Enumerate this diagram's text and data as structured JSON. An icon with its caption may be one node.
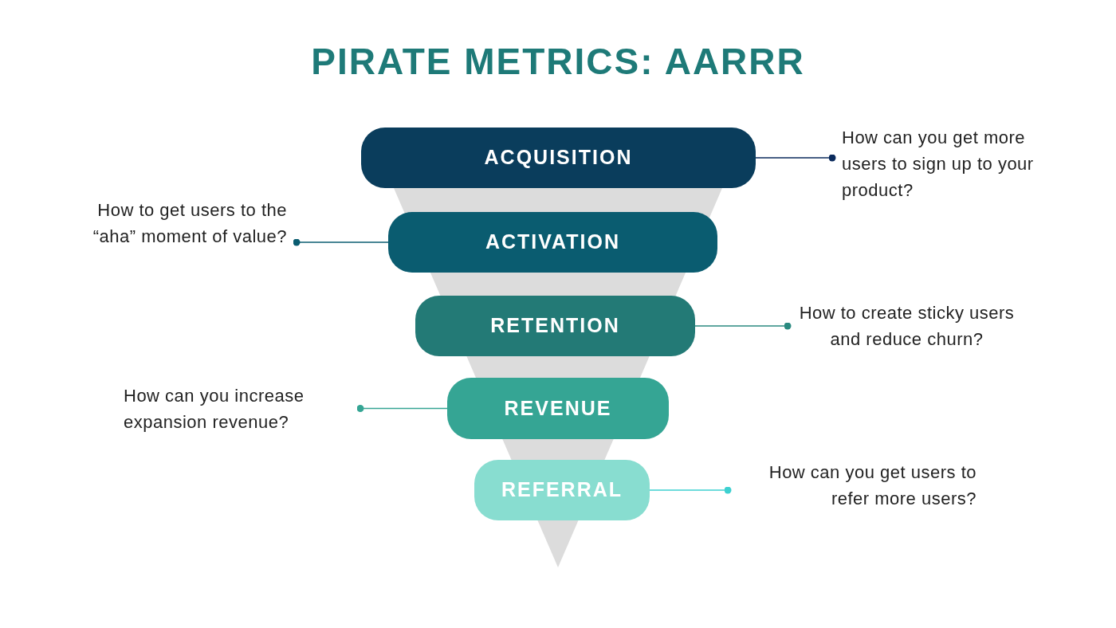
{
  "diagram": {
    "title": "PIRATE METRICS: AARRR",
    "nodes": [
      {
        "text": [
          "ACQUISITION"
        ]
      },
      {
        "text": [
          "ACTIVATION"
        ]
      },
      {
        "text": [
          "RETENTION"
        ]
      },
      {
        "text": [
          "REVENUE"
        ]
      },
      {
        "text": [
          "REFERRAL"
        ]
      },
      {
        "text": [
          "How can you get more users to sign up to your product?"
        ]
      },
      {
        "text": [
          "How to get users to the “aha” moment of value?"
        ]
      },
      {
        "text": [
          "How to create sticky users and reduce churn?"
        ]
      },
      {
        "text": [
          "How can you increase expansion revenue?"
        ]
      },
      {
        "text": [
          "How can you get users to refer more users?"
        ]
      }
    ],
    "edges": [
      {
        "from": 5,
        "to": 0,
        "arrow": "other",
        "color": "#0a2a5c"
      },
      {
        "from": 6,
        "to": 1,
        "arrow": "other",
        "color": "#0a5c70"
      },
      {
        "from": 7,
        "to": 2,
        "arrow": "other",
        "color": "#2a8a80"
      },
      {
        "from": 8,
        "to": 3,
        "arrow": "other",
        "color": "#35a594"
      },
      {
        "from": 9,
        "to": 4,
        "arrow": "other",
        "color": "#3dd0d0"
      }
    ]
  }
}
